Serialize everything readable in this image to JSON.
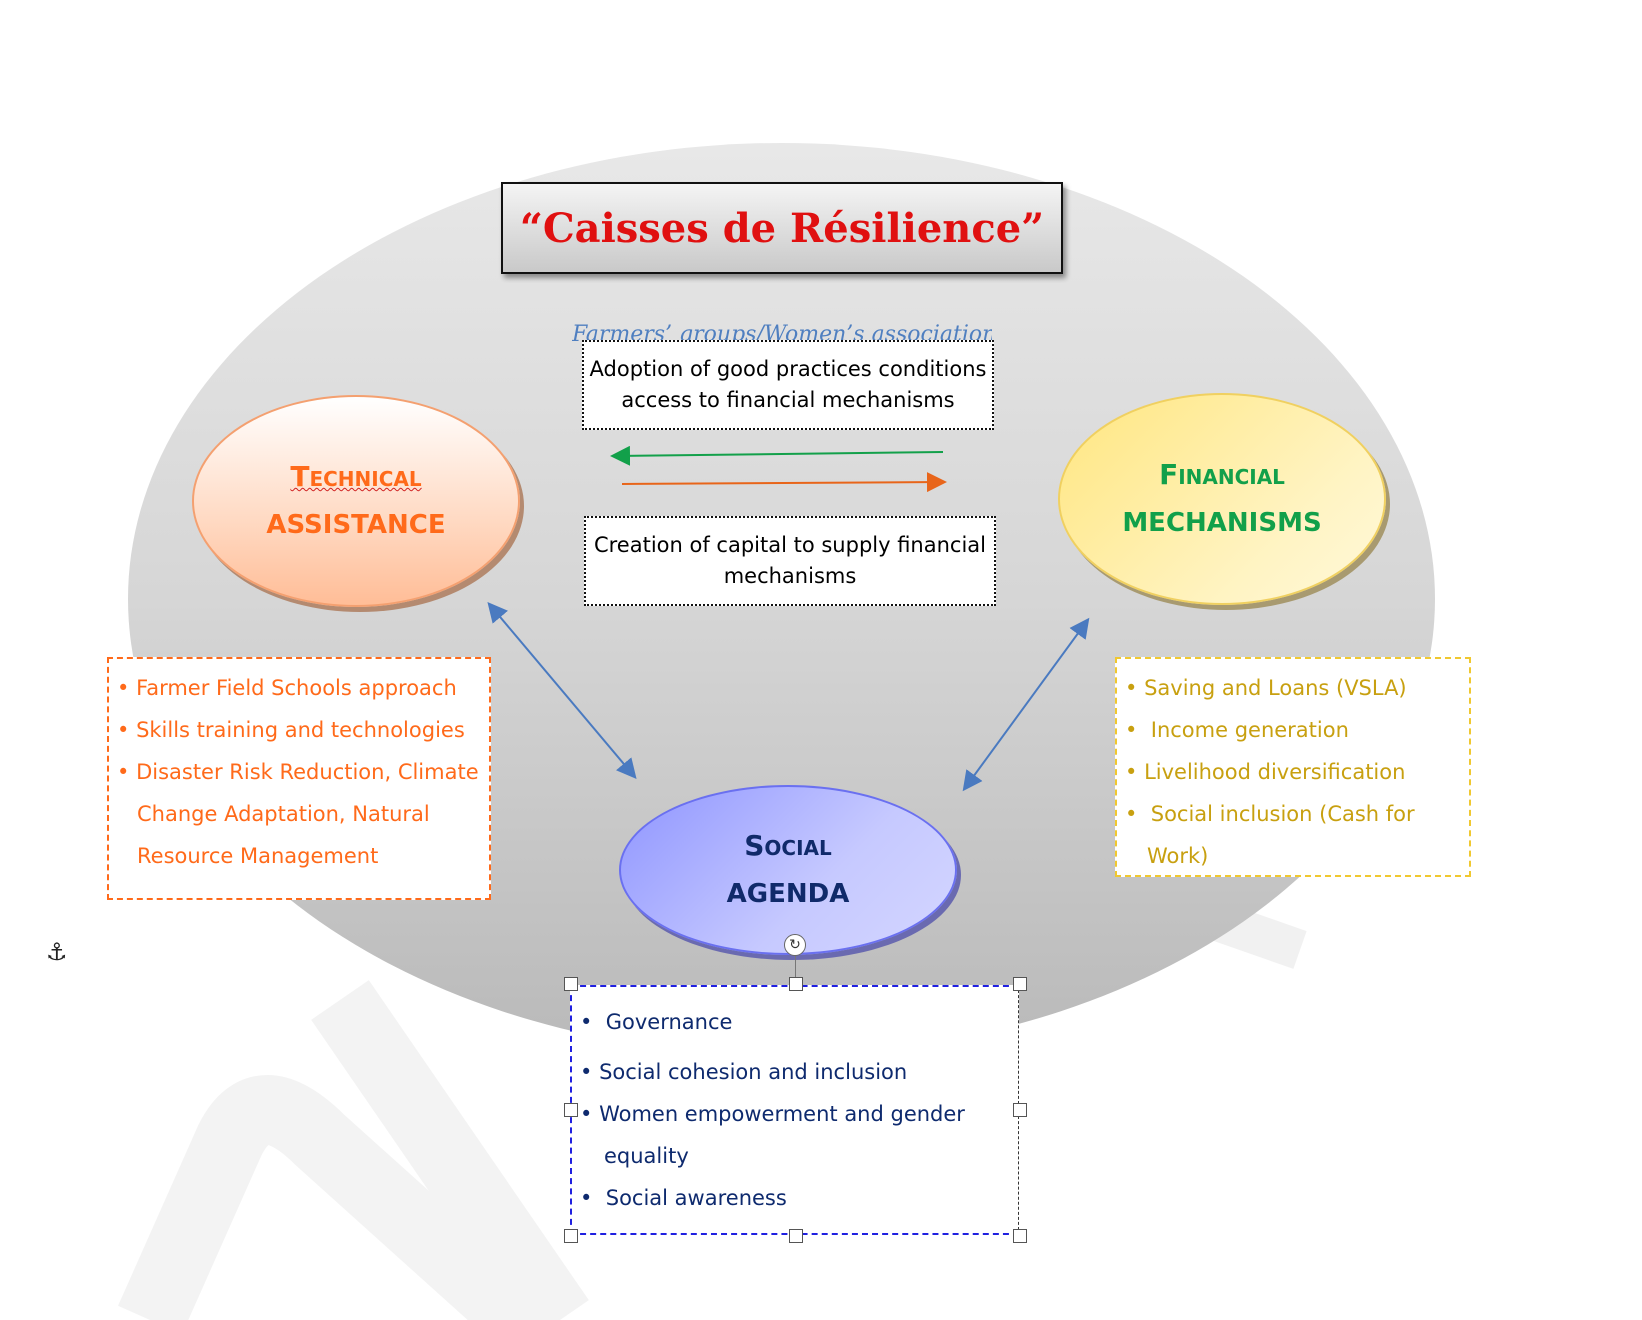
{
  "title": "“Caisses de Résilience”",
  "subtitle": "Farmers’ groups/Women’s associations",
  "nodes": {
    "technical": {
      "line1": "Technical",
      "line2": "assistance"
    },
    "financial": {
      "line1": "Financial",
      "line2": "mechanisms"
    },
    "social": {
      "line1": "Social",
      "line2": "agenda"
    }
  },
  "flows": {
    "top": "Adoption of good practices conditions access to financial mechanisms",
    "bottom": "Creation of capital to supply financial mechanisms"
  },
  "technical_list": [
    "Farmer Field Schools approach",
    "Skills training and technologies",
    "Disaster Risk Reduction, Climate",
    "Change Adaptation, Natural",
    "Resource Management"
  ],
  "financial_list": [
    "Saving and Loans (VSLA)",
    "Income generation",
    "Livelihood diversification",
    "Social inclusion (Cash for",
    "Work)"
  ],
  "social_list": [
    "Governance",
    "Social cohesion and inclusion",
    "Women empowerment and gender",
    "equality",
    "Social awareness"
  ],
  "colors": {
    "technical": "#ff6a1a",
    "financial": "#12a04a",
    "social": "#102a6a",
    "title": "#e01010"
  }
}
